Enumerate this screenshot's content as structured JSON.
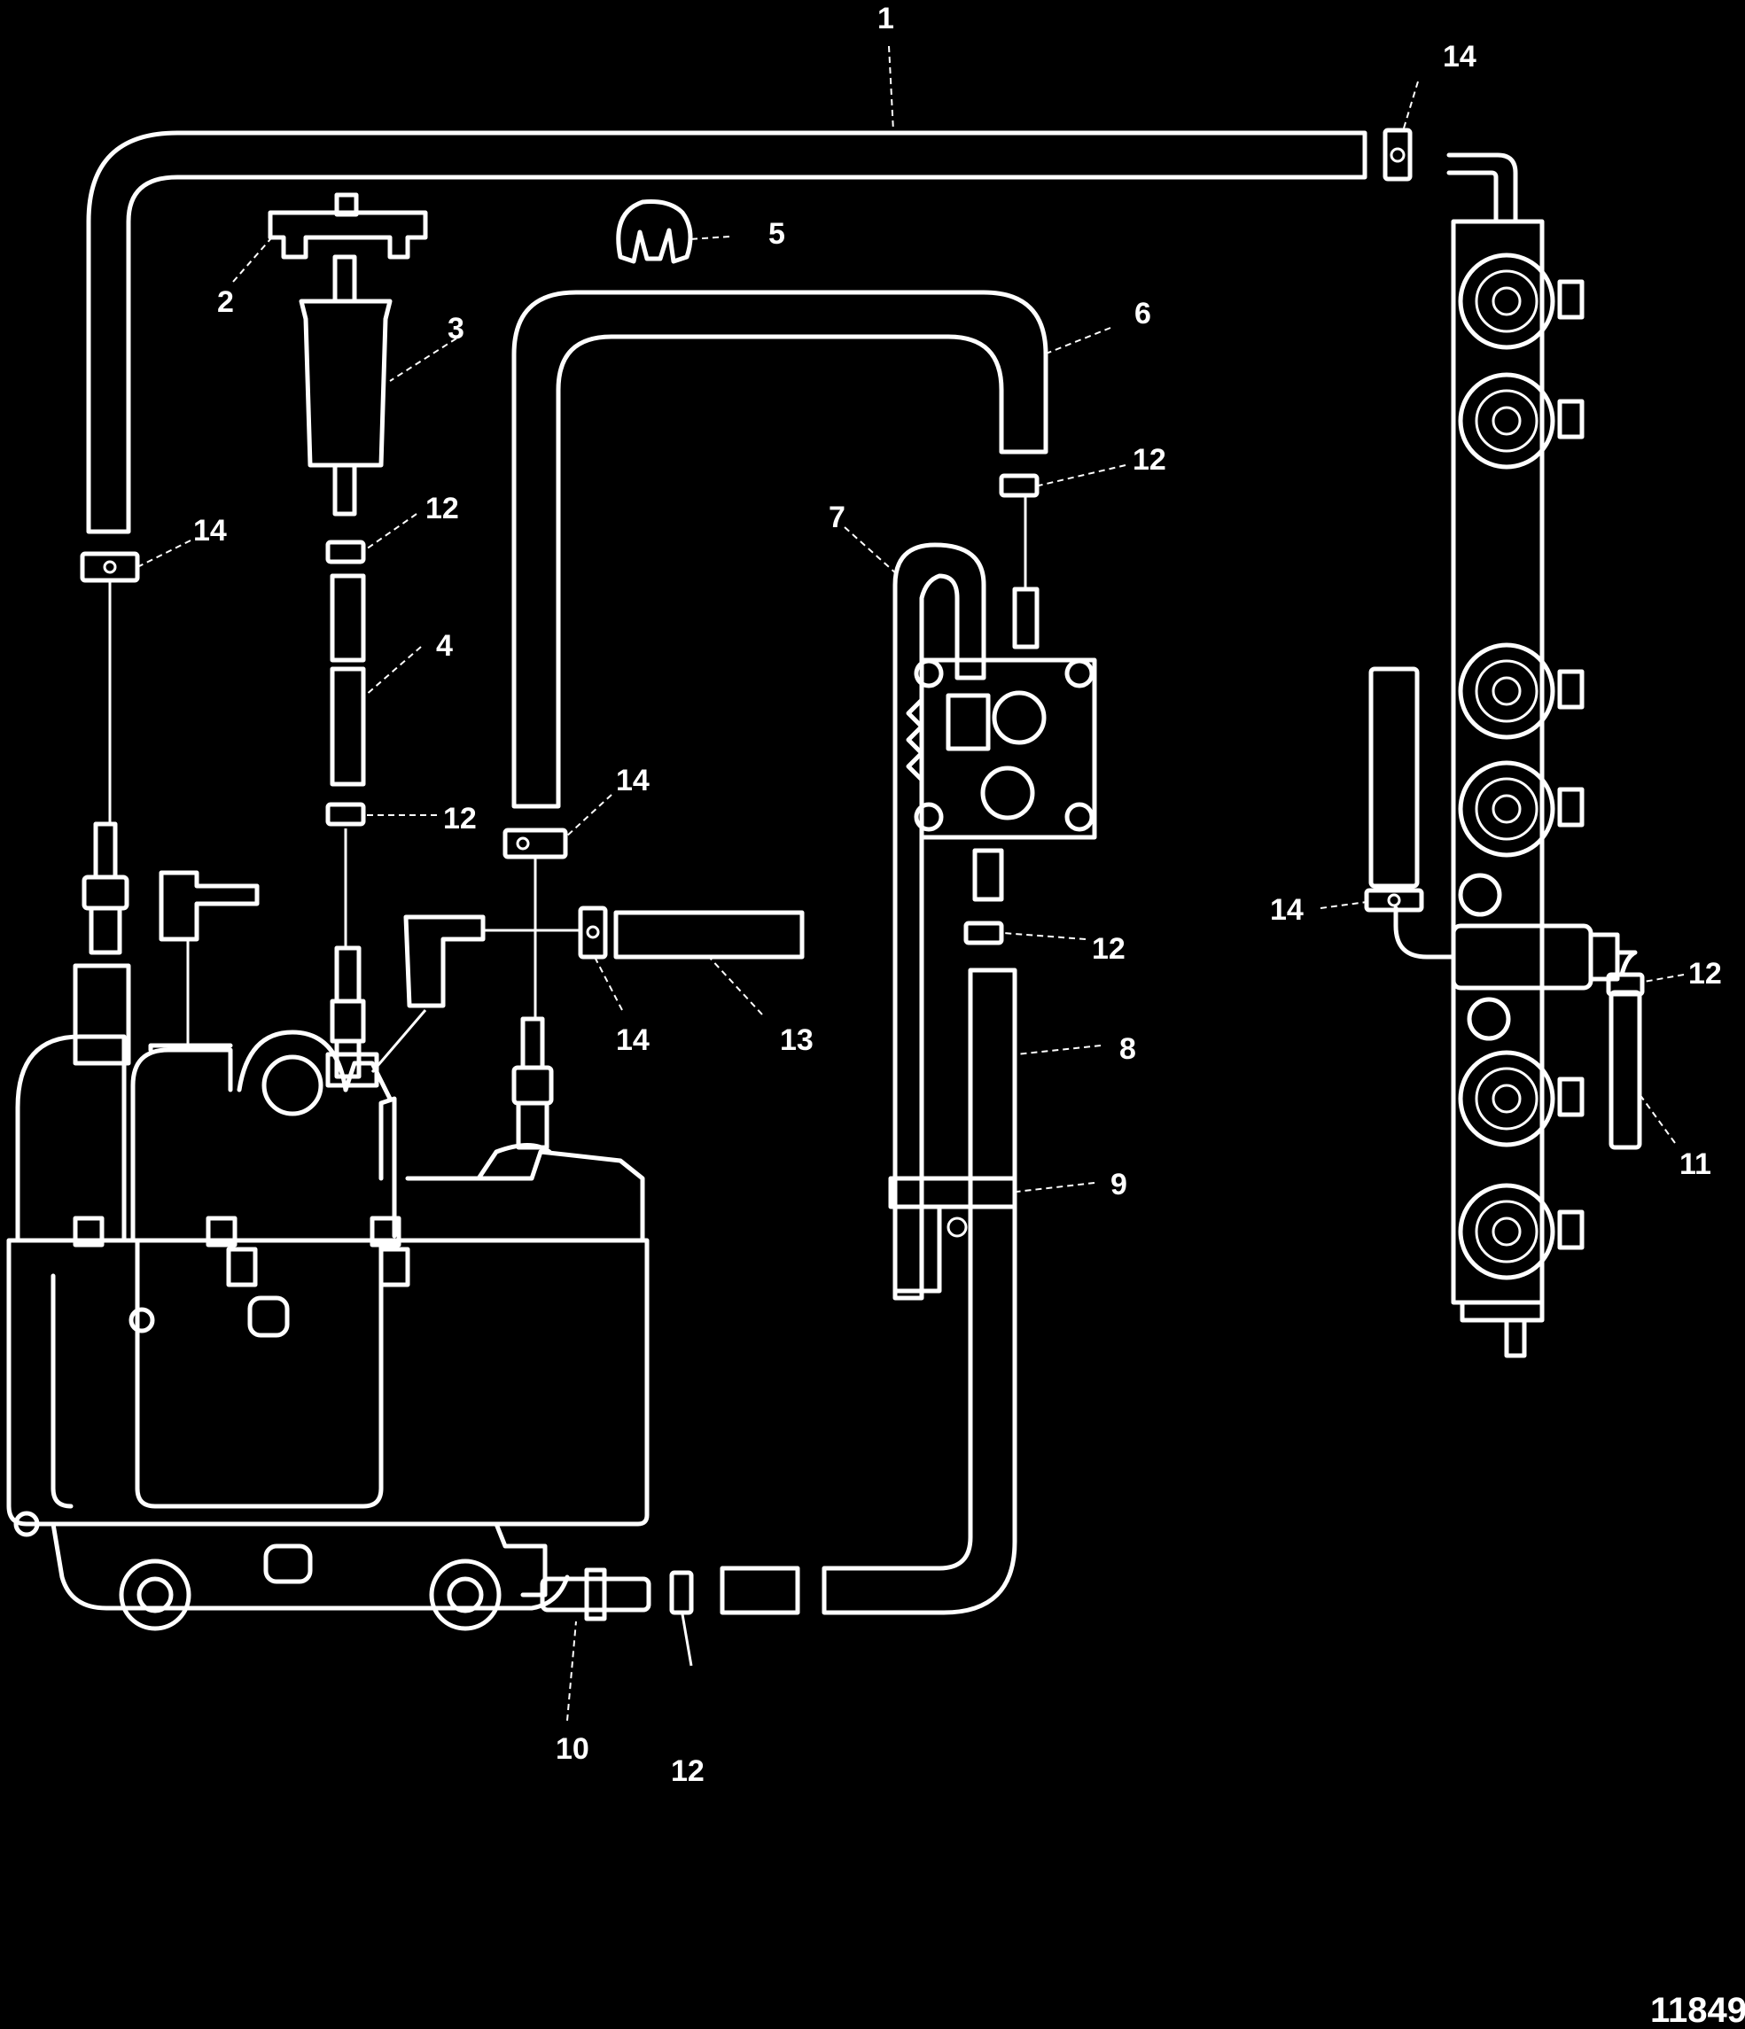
{
  "callouts": {
    "c1": "1",
    "c2": "2",
    "c3": "3",
    "c4": "4",
    "c5": "5",
    "c6": "6",
    "c7": "7",
    "c8": "8",
    "c9": "9",
    "c10": "10",
    "c11": "11",
    "c12": "12",
    "c13": "13",
    "c14": "14"
  },
  "figure_id": "11849",
  "colors": {
    "background": "#000000",
    "linework": "#ffffff"
  }
}
